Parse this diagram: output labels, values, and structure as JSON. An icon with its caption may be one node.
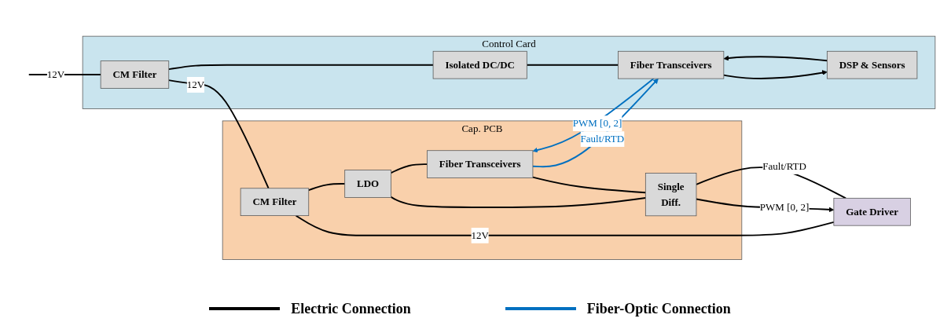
{
  "diagram": {
    "nodes": [
      {
        "text": [
          "Control Card"
        ]
      },
      {
        "text": [
          "CM Filter"
        ],
        "in": 0
      },
      {
        "text": [
          "Isolated DC/DC"
        ],
        "in": 0
      },
      {
        "text": [
          "DSP & Sensors"
        ],
        "in": 0
      },
      {
        "text": [
          "Fiber Transceivers"
        ],
        "in": 0
      },
      {
        "text": [
          "Cap. PCB"
        ]
      },
      {
        "text": [
          "CM Filter"
        ],
        "in": 5
      },
      {
        "text": [
          "LDO"
        ],
        "in": 5
      },
      {
        "text": [
          "Fiber Transceivers"
        ],
        "in": 5
      },
      {
        "text": [
          "Single",
          "Diff."
        ],
        "in": 5
      },
      {
        "text": [
          "Gate Driver"
        ]
      }
    ],
    "edges": [
      {
        "from": null,
        "to": 1,
        "arrow": "none",
        "label": "12V"
      },
      {
        "from": 1,
        "to": 6,
        "arrow": "none",
        "label": "12V"
      },
      {
        "from": 6,
        "to": 10,
        "arrow": "none",
        "label": "12V"
      },
      {
        "from": 1,
        "to": 2,
        "arrow": "none"
      },
      {
        "from": 2,
        "to": 4,
        "arrow": "none"
      },
      {
        "from": 3,
        "to": 4,
        "arrow": "to"
      },
      {
        "from": 4,
        "to": 3,
        "arrow": "to"
      },
      {
        "from": 4,
        "to": 8,
        "arrow": "to",
        "label": "PWM [0, 2]",
        "color": "#0070c0"
      },
      {
        "from": 8,
        "to": 4,
        "arrow": "to",
        "label": "Fault/RTD",
        "color": "#0070c0"
      },
      {
        "from": 6,
        "to": 7,
        "arrow": "none"
      },
      {
        "from": 7,
        "to": 8,
        "arrow": "none"
      },
      {
        "from": 7,
        "to": 9,
        "arrow": "none"
      },
      {
        "from": 8,
        "to": 9,
        "arrow": "none"
      },
      {
        "from": 9,
        "to": 10,
        "arrow": "to",
        "label": "PWM [0, 2]"
      },
      {
        "from": 9,
        "to": 10,
        "arrow": "none",
        "label": "Fault/RTD"
      }
    ],
    "legend": [
      {
        "text": "Electric Connection"
      },
      {
        "text": "Fiber-Optic Connection"
      }
    ]
  }
}
